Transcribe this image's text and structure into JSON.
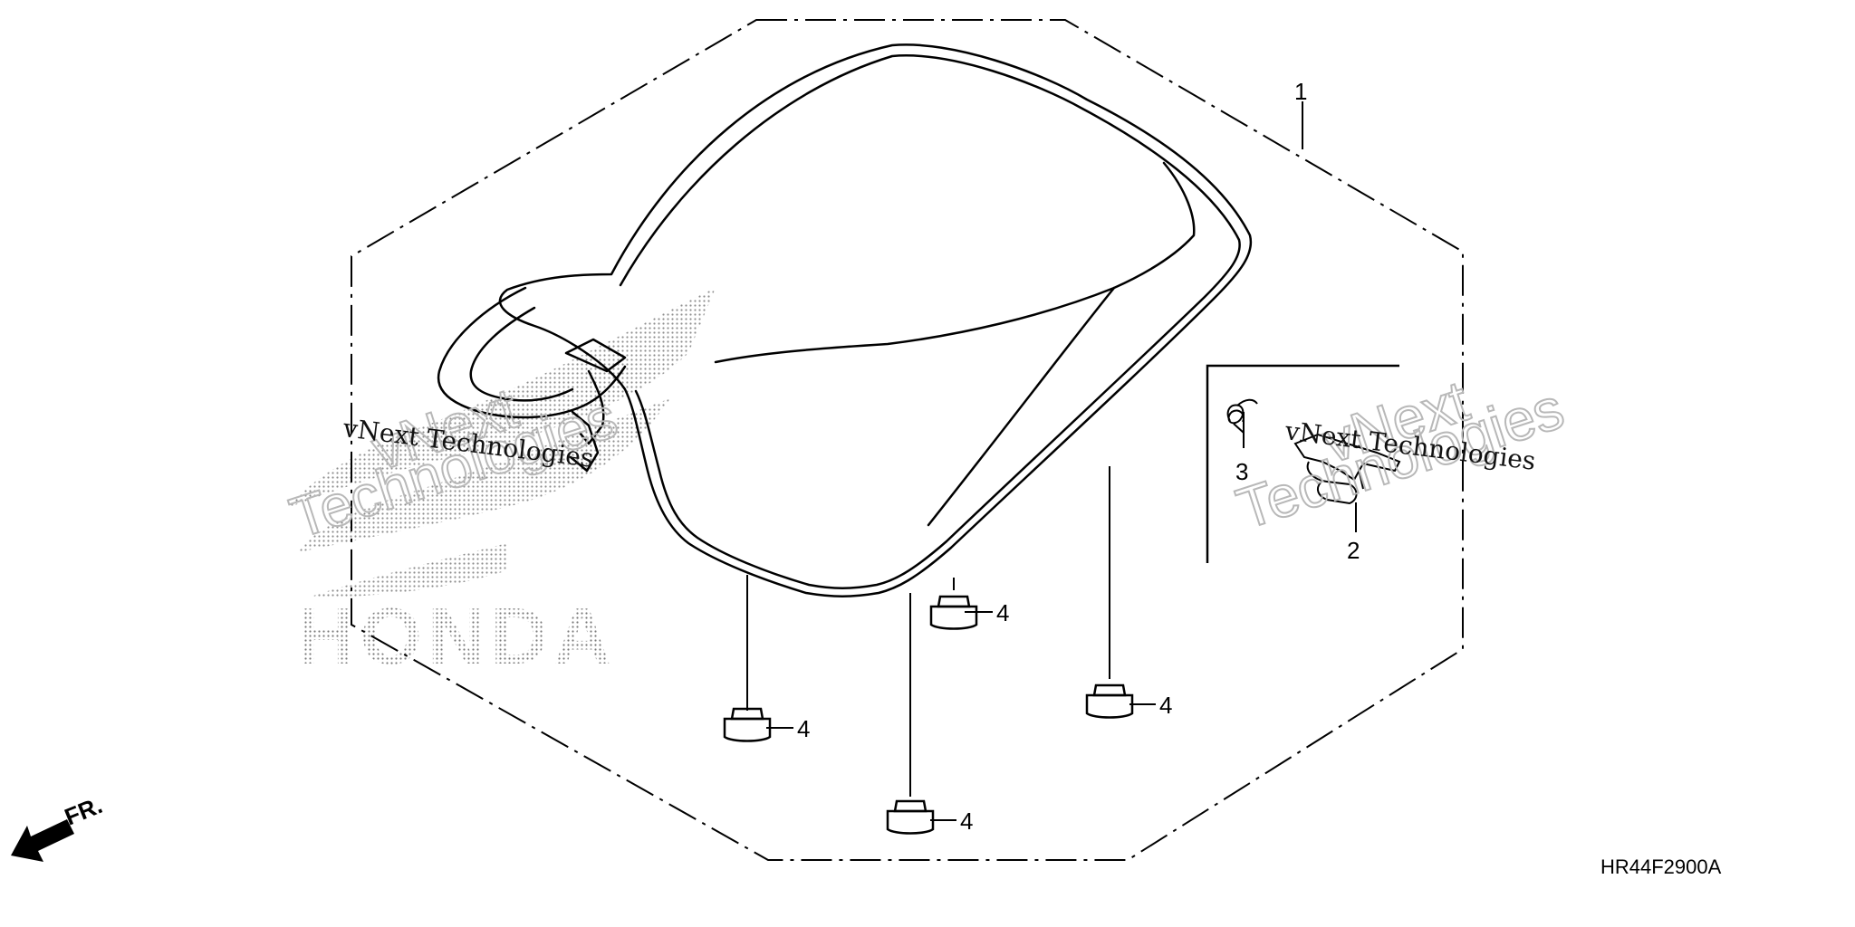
{
  "diagram_code": "HR44F2900A",
  "front_indicator": "FR.",
  "callouts": {
    "seat": "1",
    "latch": "2",
    "spring": "3",
    "cushion_a": "4",
    "cushion_b": "4",
    "cushion_c": "4",
    "cushion_d": "4"
  },
  "watermarks": {
    "left_line": "vNext Technologies",
    "left_outline_1": "vNext",
    "left_outline_2": "Technologies",
    "right_line": "vNext Technologies",
    "right_outline_1": "vNext",
    "right_outline_2": "Technologies",
    "brand": "HONDA"
  },
  "colors": {
    "line": "#000000",
    "watermark_dots": "#7a7a7a",
    "background": "#ffffff"
  }
}
